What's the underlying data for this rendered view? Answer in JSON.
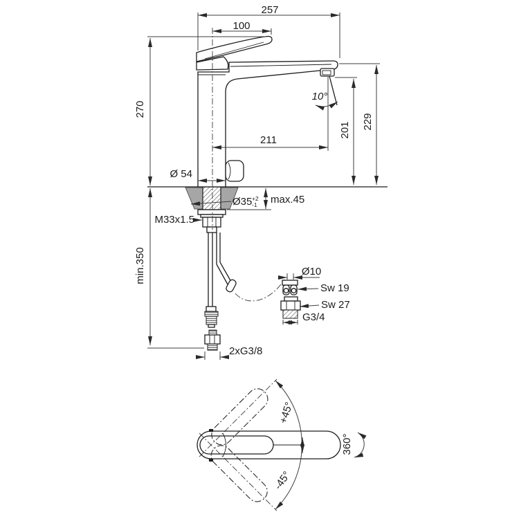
{
  "drawing": {
    "type": "faucet-installation-dimension-drawing",
    "colors": {
      "line": "#1c1c1c",
      "dim_line": "#3c3c3c",
      "counter_section_fill": "#a6a6a6",
      "background": "#ffffff"
    },
    "side_view": {
      "dim_total_reach": "257",
      "dim_handle_length": "100",
      "dim_height_above_deck": "270",
      "dim_spout_reach": "211",
      "dim_outlet_height": "201",
      "dim_spout_top_height": "229",
      "dim_spray_angle": "10°",
      "dim_base_diameter": "Ø 54",
      "dim_hole_diameter": "Ø35",
      "dim_hole_tol_upper": "+2",
      "dim_hole_tol_lower": "-1",
      "dim_max_deck_thickness": "max.45",
      "dim_shank_thread": "M33x1.5",
      "dim_min_clearance": "min.350",
      "dim_supply_thread": "2xG3/8",
      "dim_hose_end_diameter": "Ø10",
      "dim_wrench_size_hose": "Sw 19",
      "dim_wrench_size_adapter": "Sw 27",
      "dim_adapter_thread": "G3/4"
    },
    "top_view": {
      "dim_handle_swing_up": "+45°",
      "dim_handle_swing_down": "-45°",
      "dim_spout_swivel": "360°"
    }
  }
}
